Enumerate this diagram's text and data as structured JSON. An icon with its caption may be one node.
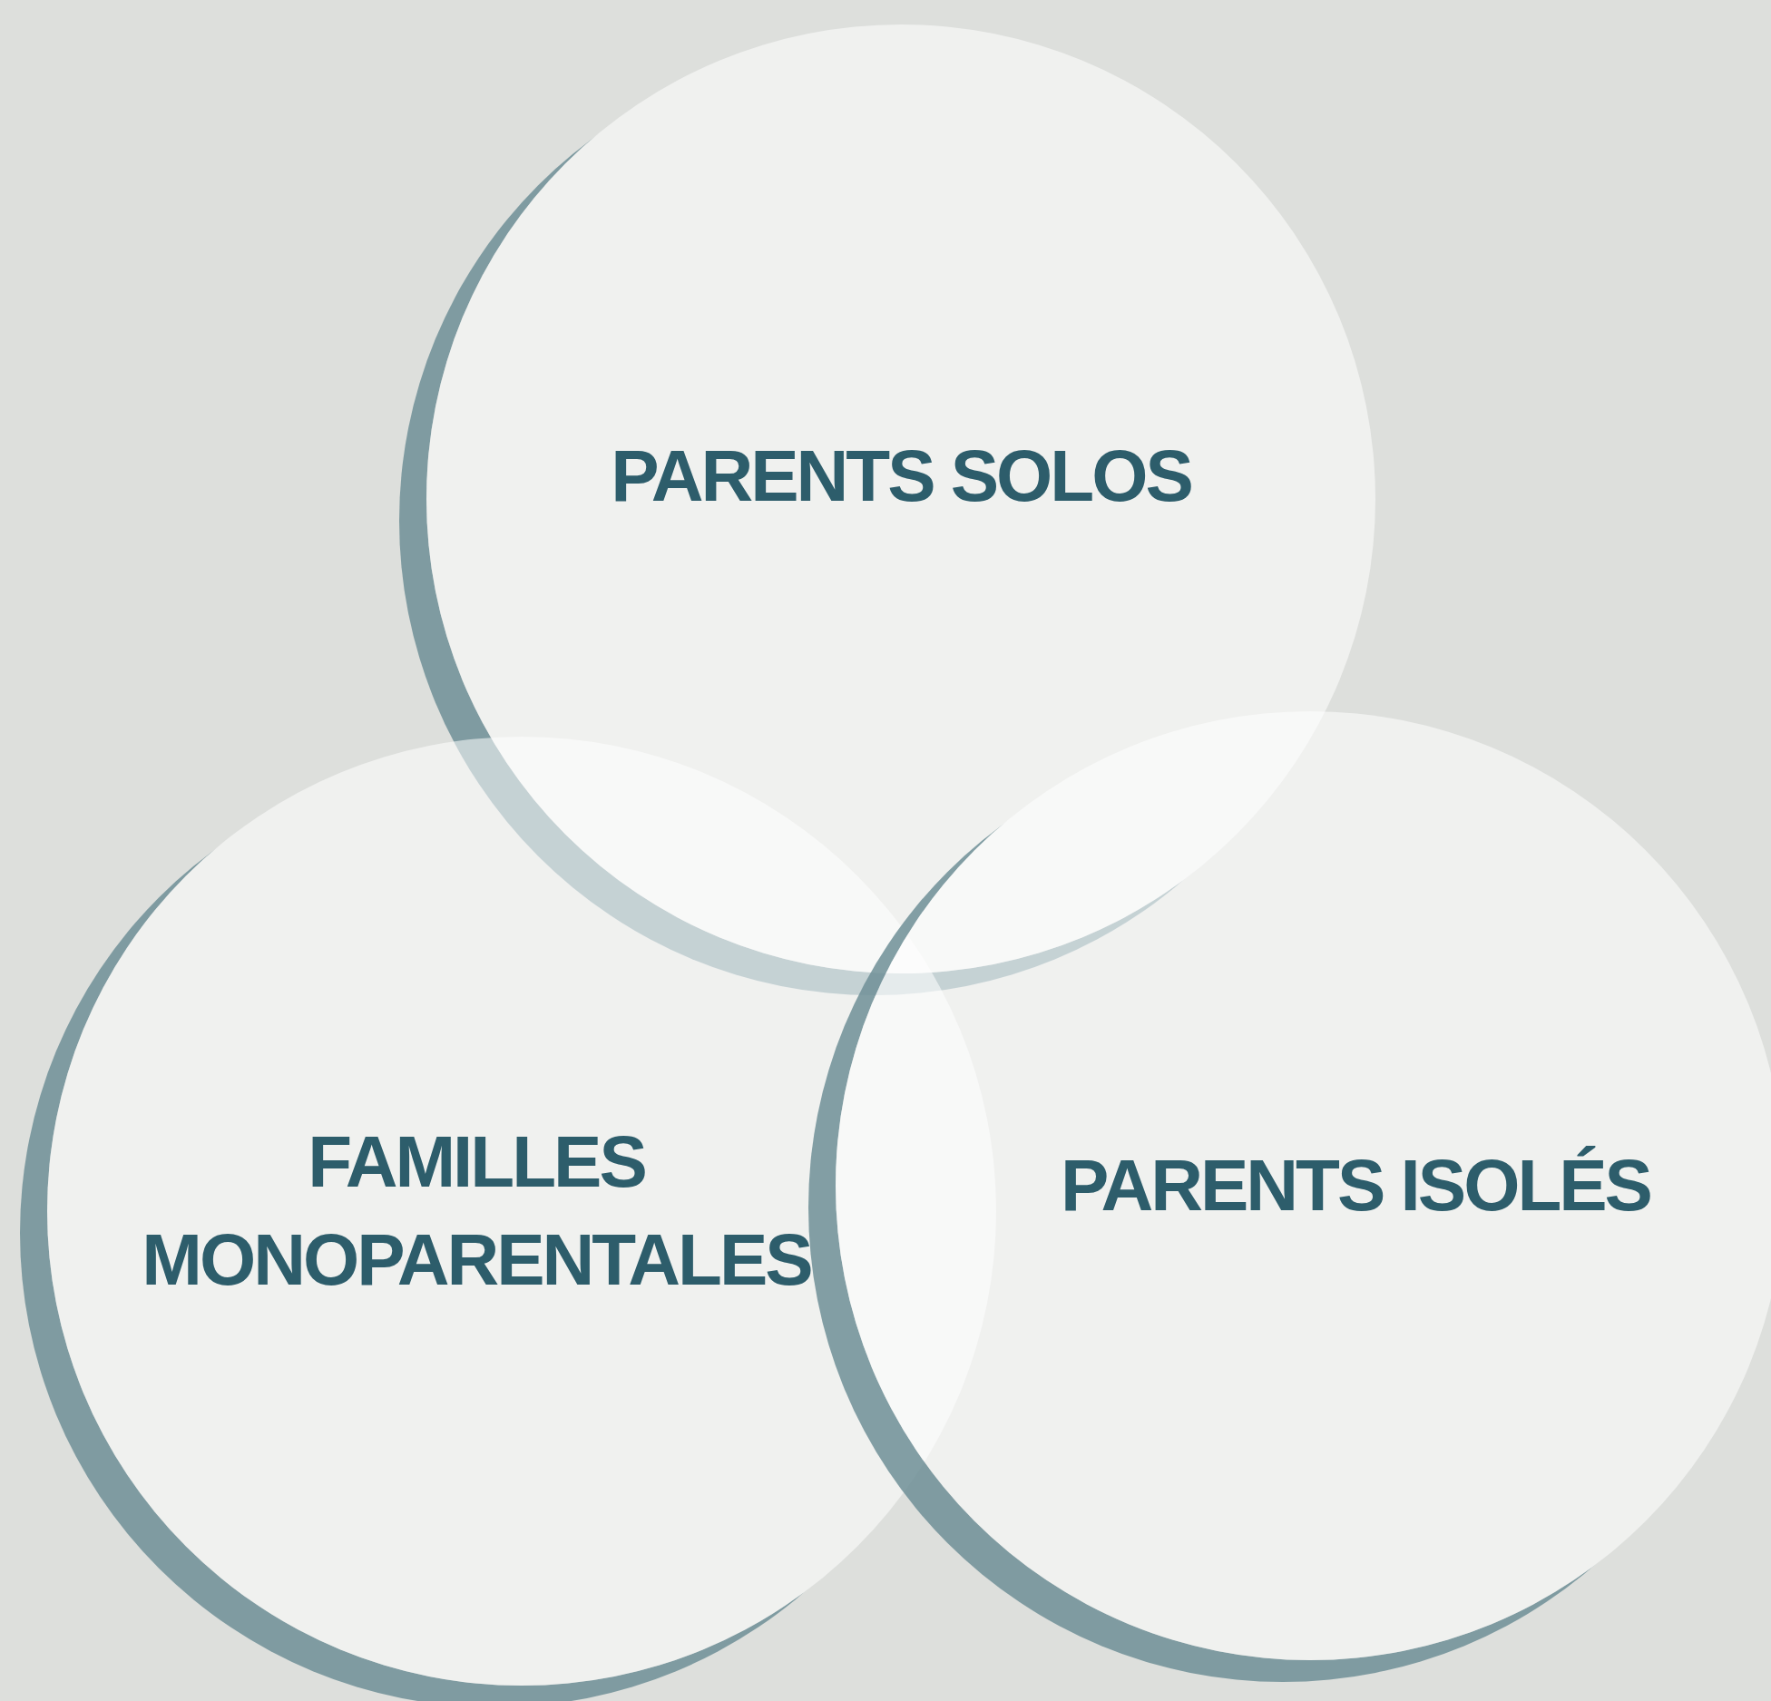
{
  "diagram": {
    "nodes": [
      {
        "text": [
          "PARENTS SOLOS"
        ]
      },
      {
        "text": [
          "FAMILLES MONOPARENTALES"
        ]
      },
      {
        "text": [
          "PARENTS ISOLÉS"
        ]
      }
    ]
  }
}
